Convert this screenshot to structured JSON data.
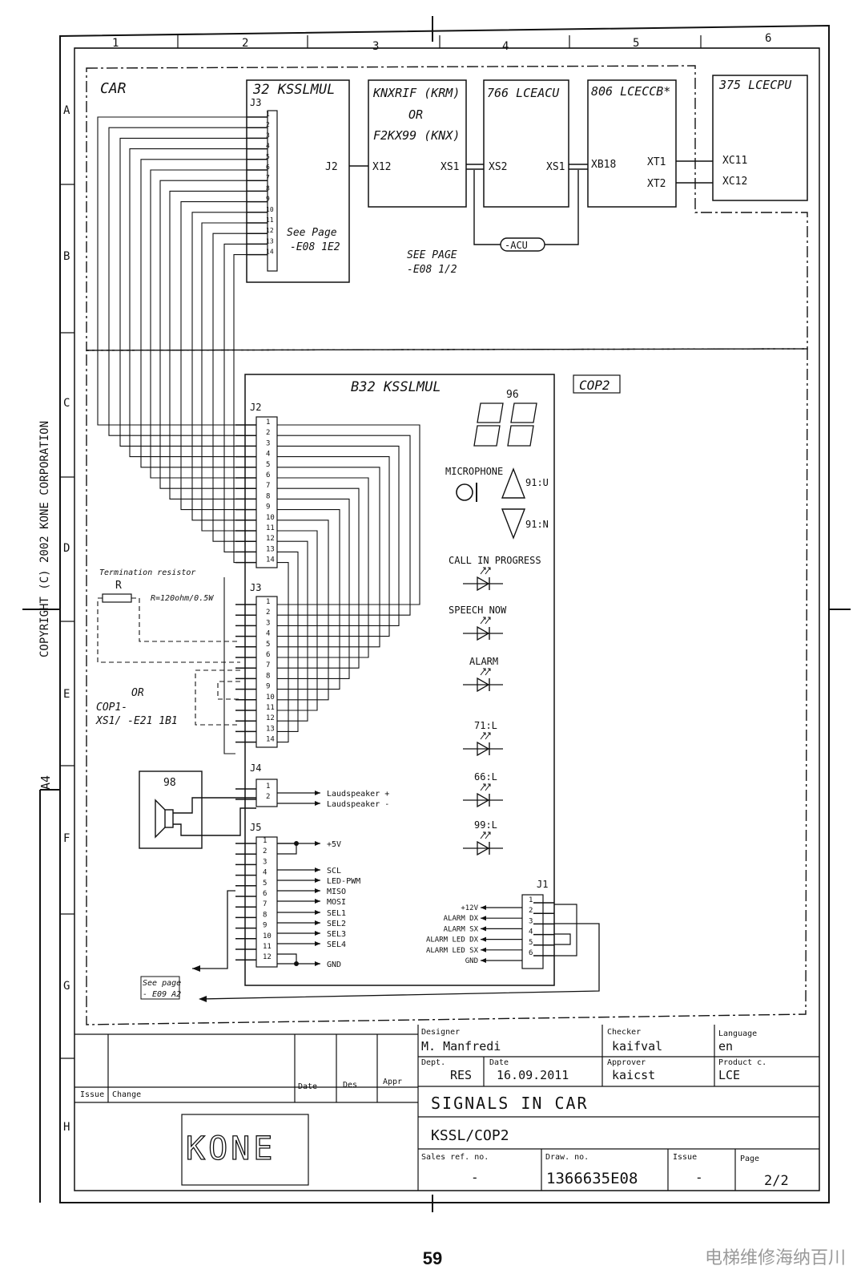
{
  "grid": {
    "columns": [
      "1",
      "2",
      "3",
      "4",
      "5",
      "6"
    ],
    "rows": [
      "A",
      "B",
      "C",
      "D",
      "E",
      "F",
      "G",
      "H"
    ]
  },
  "car_label": "CAR",
  "cop2_label": "COP2",
  "modules": {
    "kssl_top": "32 KSSLMUL",
    "knx_1": "KNXRIF (KRM)",
    "knx_or": "OR",
    "knx_2": "F2KX99 (KNX)",
    "lceacu": "766 LCEACU",
    "lceccb": "806 LCECCB*",
    "lcecpu": "375 LCECPU"
  },
  "connectors": {
    "j3_top": "J3",
    "j2_top": "J2",
    "x12": "X12",
    "xs1_a": "XS1",
    "xs2": "XS2",
    "xs1_b": "XS1",
    "xb18": "XB18",
    "xt1": "XT1",
    "xt2": "XT2",
    "xc11": "XC11",
    "xc12": "XC12",
    "acu": "-ACU",
    "j2": "J2",
    "j3": "J3",
    "j4": "J4",
    "j5": "J5",
    "j1": "J1"
  },
  "pins_14": [
    "1",
    "2",
    "3",
    "4",
    "5",
    "6",
    "7",
    "8",
    "9",
    "10",
    "11",
    "12",
    "13",
    "14"
  ],
  "pins_j4": [
    "1",
    "2"
  ],
  "pins_j5": [
    "1",
    "2",
    "3",
    "4",
    "5",
    "6",
    "7",
    "8",
    "9",
    "10",
    "11",
    "12"
  ],
  "pins_j1": [
    "1",
    "2",
    "3",
    "4",
    "5",
    "6"
  ],
  "notes": {
    "see_page_1": "See Page",
    "see_page_2": "-E08 1E2",
    "see_page_3": "SEE PAGE",
    "see_page_4": "-E08 1/2",
    "see_page_g1": "See page",
    "see_page_g2": "- E09 A2"
  },
  "b32_title": "B32 KSSLMUL",
  "display_num": "96",
  "microphone": "MICROPHONE",
  "up_label": "91:U",
  "down_label": "91:N",
  "leds": [
    "CALL IN PROGRESS",
    "SPEECH NOW",
    "ALARM",
    "71:L",
    "66:L",
    "99:L"
  ],
  "termination": {
    "title": "Termination resistor",
    "r": "R",
    "value": "R=120ohm/0.5W",
    "or": "OR",
    "cop1_1": "COP1-",
    "cop1_2": "XS1/ -E21 1B1"
  },
  "speaker_num": "98",
  "speaker_signals": [
    "Laudspeaker +",
    "Laudspeaker -"
  ],
  "j5_signals": [
    "+5V",
    "SCL",
    "LED-PWM",
    "MISO",
    "MOSI",
    "SEL1",
    "SEL2",
    "SEL3",
    "SEL4",
    "GND"
  ],
  "j1_signals": [
    "+12V",
    "ALARM DX",
    "ALARM SX",
    "ALARM LED DX",
    "ALARM LED SX",
    "GND"
  ],
  "title_block": {
    "issue": "Issue",
    "change": "Change",
    "date": "Date",
    "des": "Des",
    "appr": "Appr",
    "designer_l": "Designer",
    "designer": "M. Manfredi",
    "checker_l": "Checker",
    "checker": "kaifval",
    "language_l": "Language",
    "language": "en",
    "dept_l": "Dept.",
    "dept": "RES",
    "date_l": "Date",
    "date_v": "16.09.2011",
    "approver_l": "Approver",
    "approver": "kaicst",
    "product_l": "Product c.",
    "product": "LCE",
    "title1": "SIGNALS IN CAR",
    "title2": "KSSL/COP2",
    "sales_l": "Sales ref. no.",
    "sales": "-",
    "draw_l": "Draw. no.",
    "draw": "1366635E08",
    "issue_l": "Issue",
    "issue_v": "-",
    "page_l": "Page",
    "page_v": "2/2",
    "logo": "KONE"
  },
  "copyright": "COPYRIGHT (C) 2002 KONE CORPORATION",
  "paper_size": "A4",
  "page_number": "59",
  "watermark": "电梯维修海纳百川"
}
